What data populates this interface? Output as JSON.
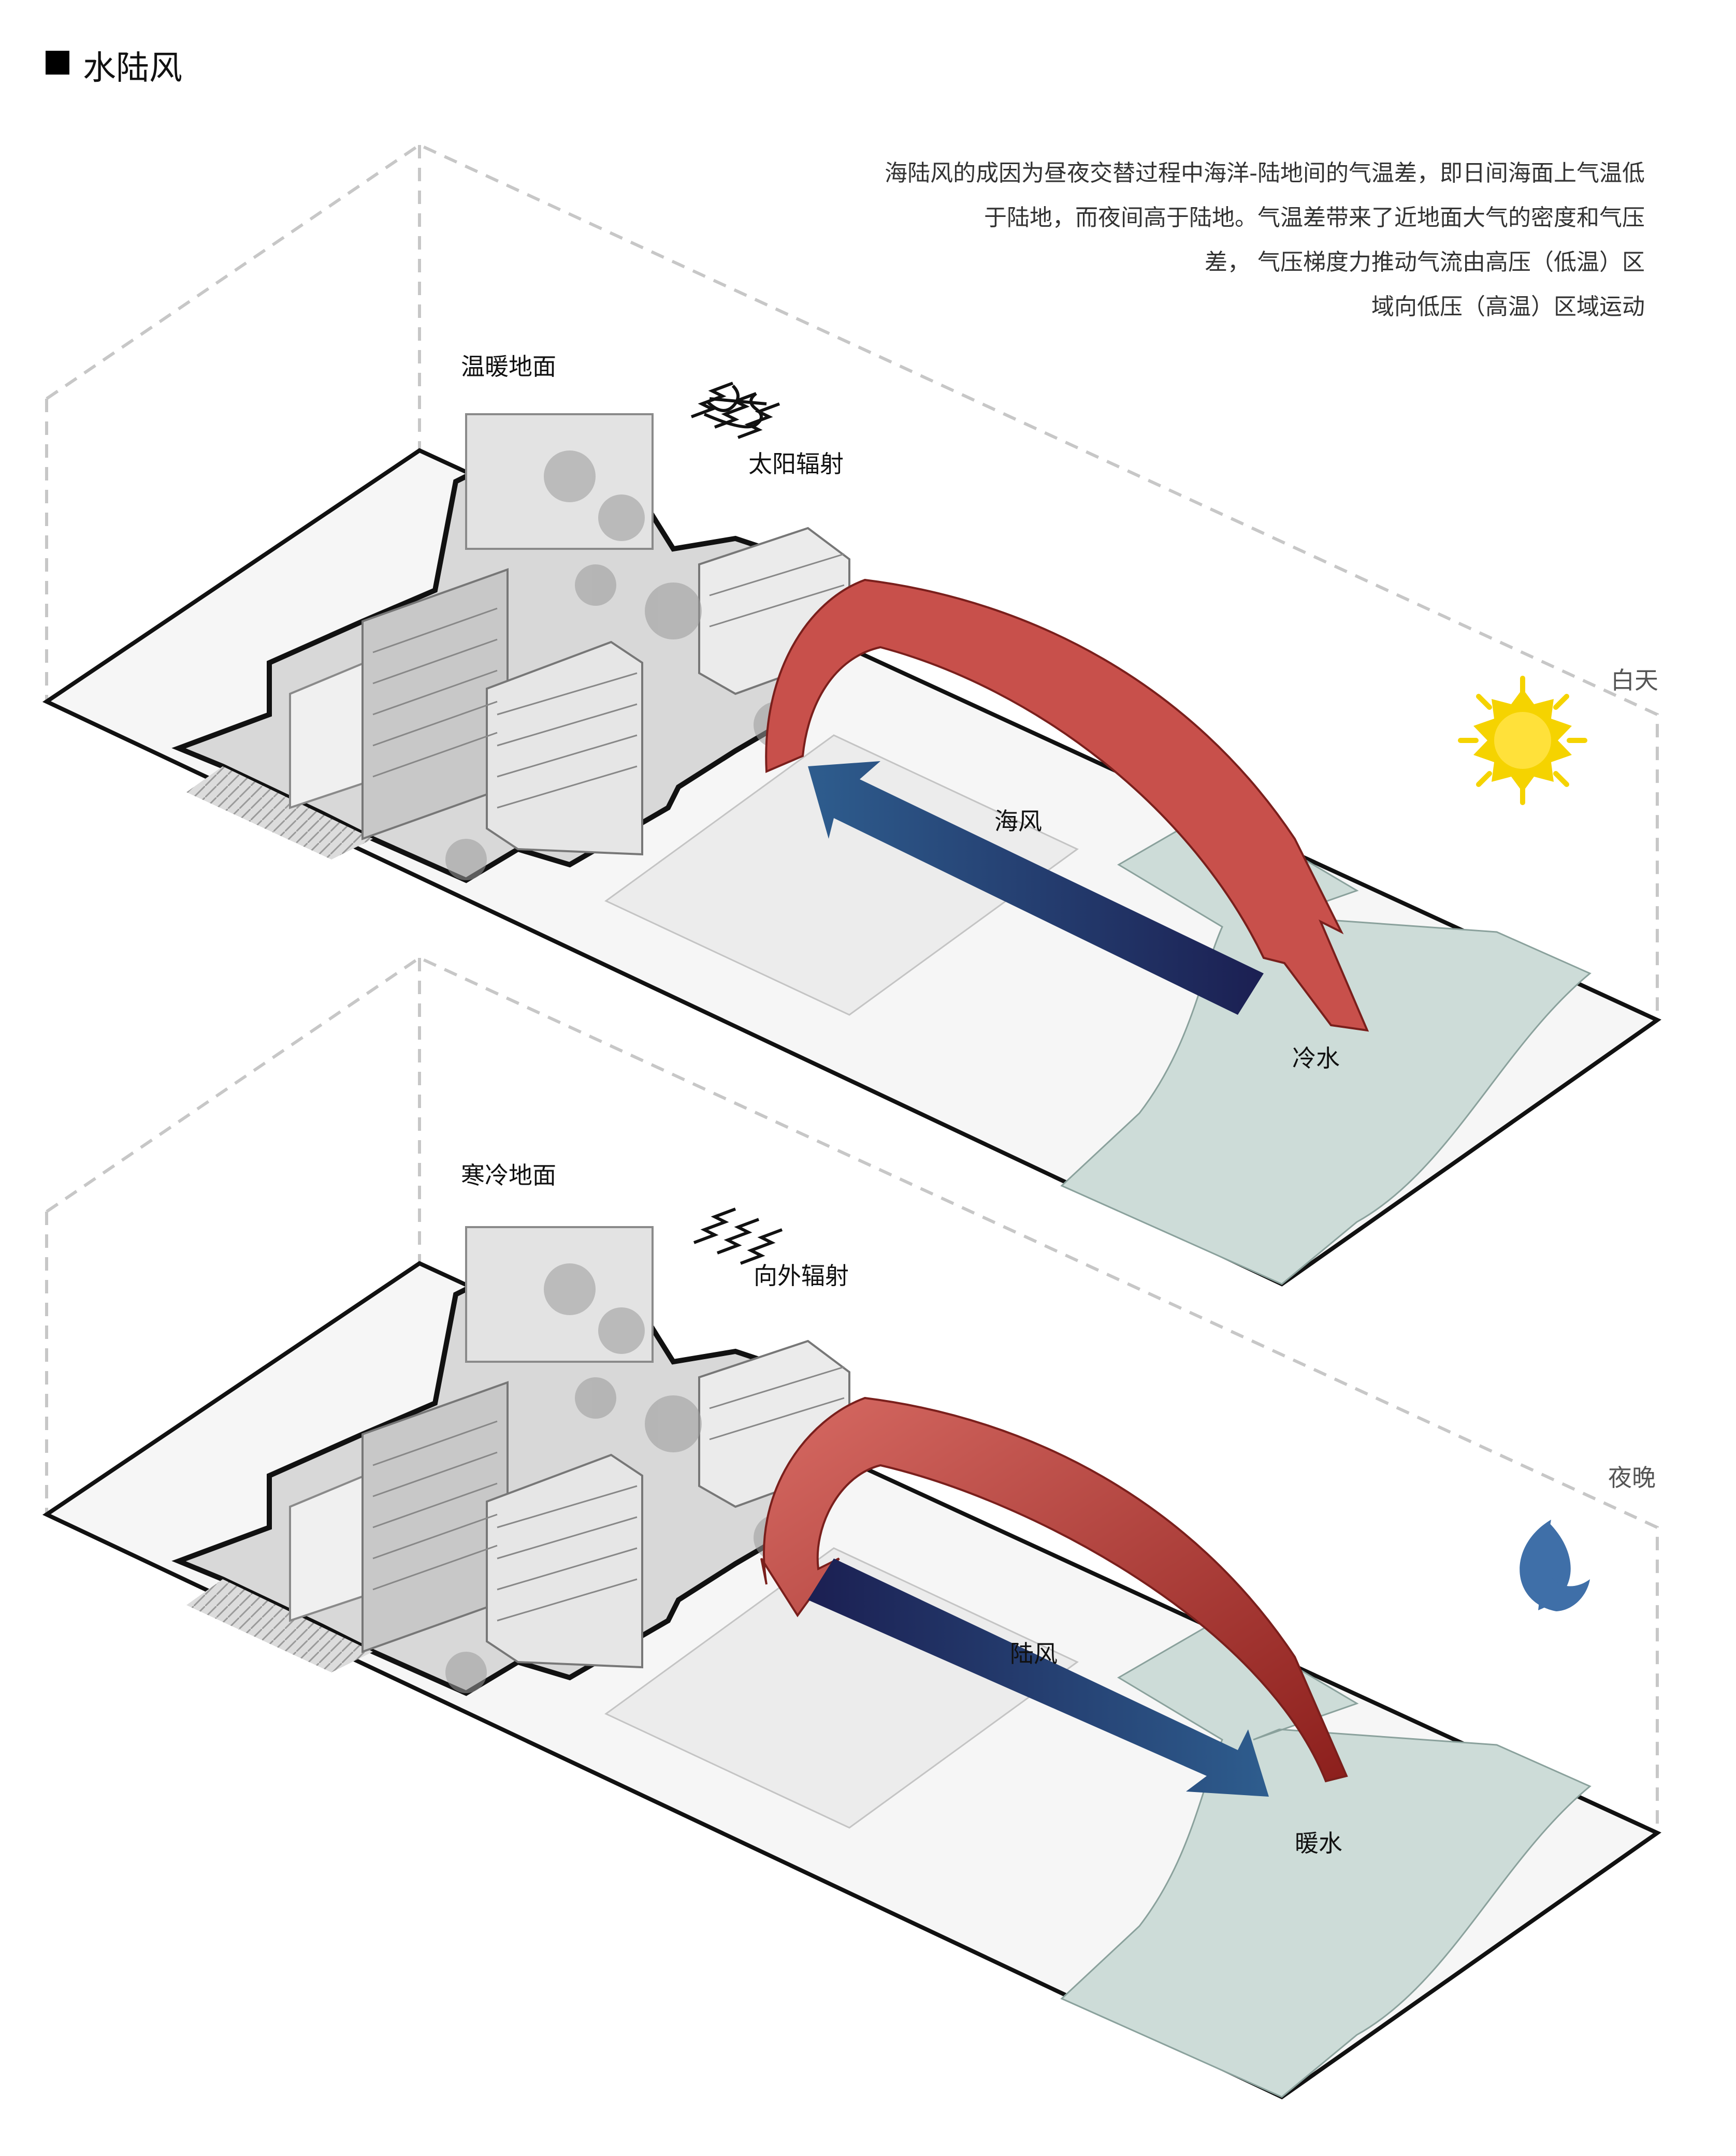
{
  "heading": "水陆风",
  "description": [
    "海陆风的成因为昼夜交替过程中海洋-陆地间的气温差，即日间海面上气温低",
    "于陆地，而夜间高于陆地。气温差带来了近地面大气的密度和气压",
    "差， 气压梯度力推动气流由高压（低温）区",
    "域向低压（高温）区域运动"
  ],
  "day_panel": {
    "time_label": "白天",
    "ground_label": "温暖地面",
    "radiation_label": "太阳辐射",
    "wind_label": "海风",
    "water_label": "冷水",
    "icon": "sun-icon",
    "colors": {
      "wind": "#1f3f73",
      "circulation": "#c8504b",
      "water": "#cdddd9",
      "sun": "#f5d300"
    }
  },
  "night_panel": {
    "time_label": "夜晚",
    "ground_label": "寒冷地面",
    "radiation_label": "向外辐射",
    "wind_label": "陆风",
    "water_label": "暖水",
    "icon": "moon-icon",
    "colors": {
      "wind": "#1f3f73",
      "circulation": "#c8504b",
      "water": "#cdddd9",
      "moon": "#3f6fa8"
    }
  }
}
